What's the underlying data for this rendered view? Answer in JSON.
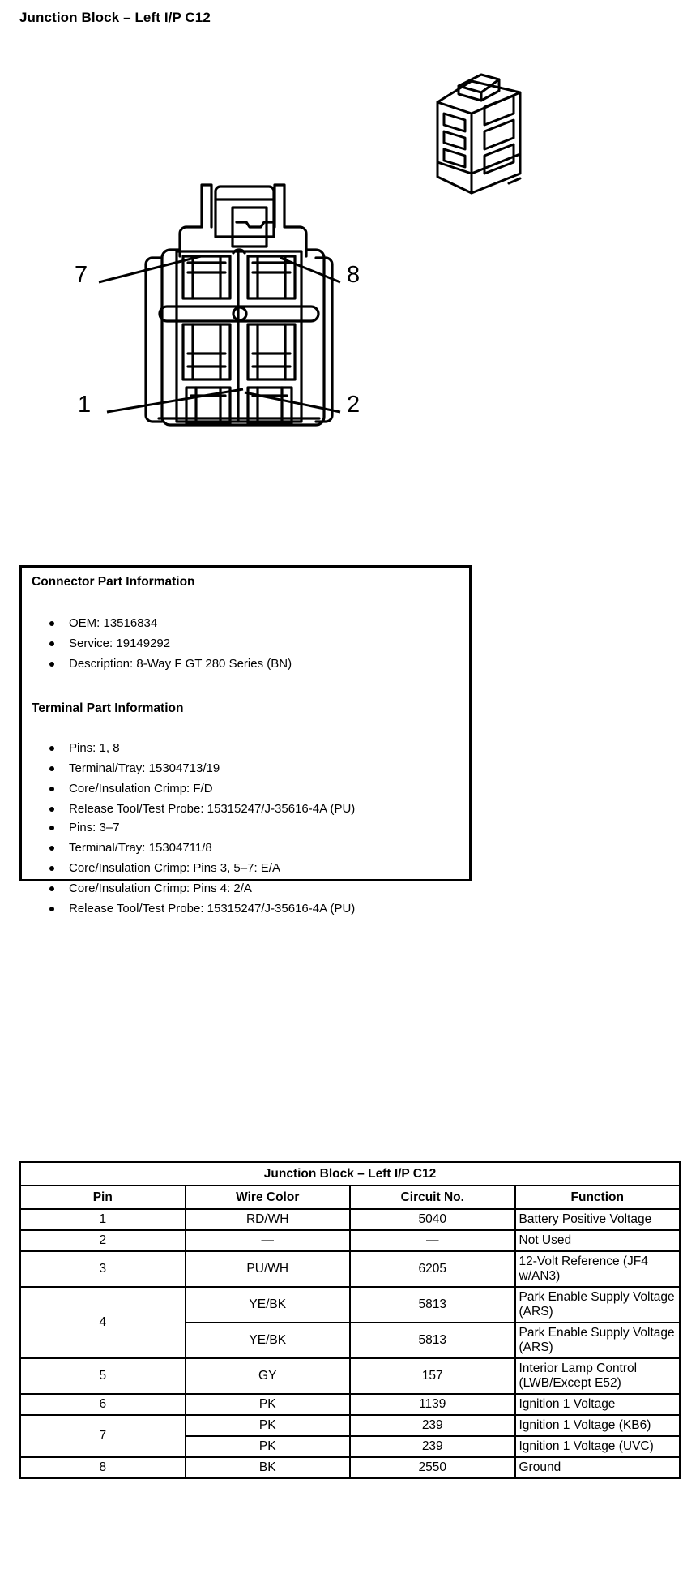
{
  "page": {
    "title": "Junction Block – Left I/P C12"
  },
  "illustration": {
    "front_view_name": "connector-front-view",
    "iso_view_name": "connector-isometric-view",
    "callouts": [
      {
        "label": "7",
        "name": "callout-pin-7"
      },
      {
        "label": "8",
        "name": "callout-pin-8"
      },
      {
        "label": "1",
        "name": "callout-pin-1"
      },
      {
        "label": "2",
        "name": "callout-pin-2"
      }
    ]
  },
  "part_info": {
    "connector_heading": "Connector Part Information",
    "connector_items": [
      "OEM: 13516834",
      "Service: 19149292",
      "Description: 8-Way F GT 280 Series (BN)"
    ],
    "terminal_heading": "Terminal Part Information",
    "terminal_group_a": [
      "Pins: 1, 8",
      "Terminal/Tray: 15304713/19",
      "Core/Insulation Crimp: F/D",
      "Release Tool/Test Probe: 15315247/J-35616-4A (PU)"
    ],
    "terminal_group_b": [
      "Pins: 3–7",
      "Terminal/Tray: 15304711/8",
      "Core/Insulation Crimp: Pins 3, 5–7: E/A",
      "Core/Insulation Crimp: Pins 4: 2/A",
      "Release Tool/Test Probe: 15315247/J-35616-4A (PU)"
    ]
  },
  "pinout": {
    "caption": "Junction Block – Left I/P C12",
    "headers": [
      "Pin",
      "Wire Color",
      "Circuit No.",
      "Function"
    ],
    "rows": [
      {
        "pin": "1",
        "rowspan": 1,
        "lines": [
          {
            "color": "RD/WH",
            "circuit": "5040",
            "function": "Battery Positive Voltage"
          }
        ]
      },
      {
        "pin": "2",
        "rowspan": 1,
        "lines": [
          {
            "color": "—",
            "circuit": "—",
            "function": "Not Used"
          }
        ]
      },
      {
        "pin": "3",
        "rowspan": 1,
        "lines": [
          {
            "color": "PU/WH",
            "circuit": "6205",
            "function": "12-Volt Reference (JF4 w/AN3)"
          }
        ]
      },
      {
        "pin": "4",
        "rowspan": 2,
        "lines": [
          {
            "color": "YE/BK",
            "circuit": "5813",
            "function": "Park Enable Supply Voltage (ARS)"
          },
          {
            "color": "YE/BK",
            "circuit": "5813",
            "function": "Park Enable Supply Voltage (ARS)"
          }
        ]
      },
      {
        "pin": "5",
        "rowspan": 1,
        "lines": [
          {
            "color": "GY",
            "circuit": "157",
            "function": "Interior Lamp Control (LWB/Except E52)"
          }
        ]
      },
      {
        "pin": "6",
        "rowspan": 1,
        "lines": [
          {
            "color": "PK",
            "circuit": "1139",
            "function": "Ignition 1 Voltage"
          }
        ]
      },
      {
        "pin": "7",
        "rowspan": 2,
        "lines": [
          {
            "color": "PK",
            "circuit": "239",
            "function": "Ignition 1 Voltage (KB6)"
          },
          {
            "color": "PK",
            "circuit": "239",
            "function": "Ignition 1 Voltage (UVC)"
          }
        ]
      },
      {
        "pin": "8",
        "rowspan": 1,
        "lines": [
          {
            "color": "BK",
            "circuit": "2550",
            "function": "Ground"
          }
        ]
      }
    ]
  },
  "colors": {
    "ink": "#000000",
    "paper": "#ffffff"
  }
}
